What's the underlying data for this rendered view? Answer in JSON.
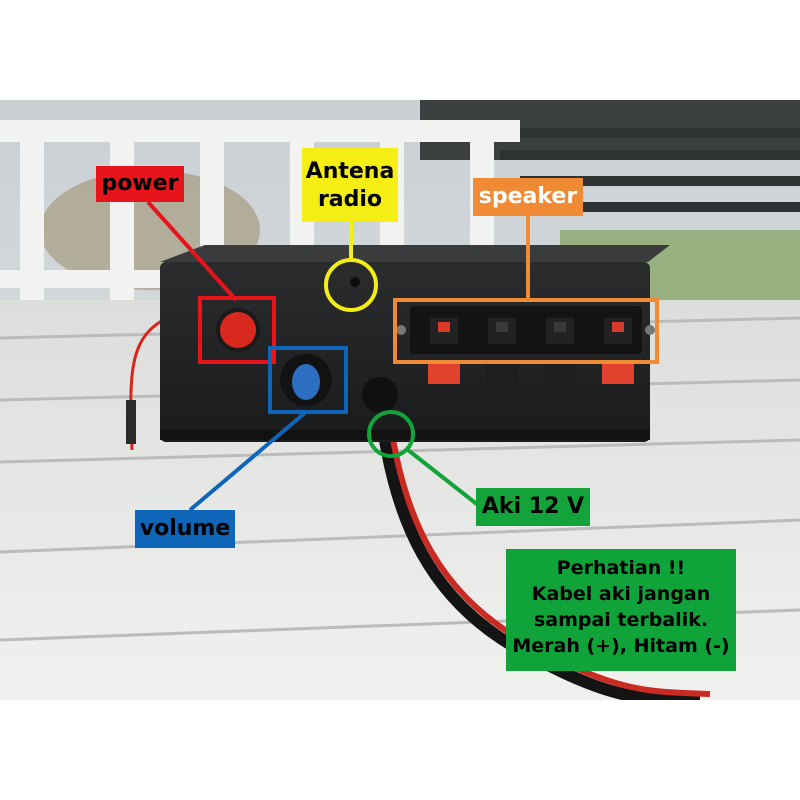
{
  "labels": {
    "power": "power",
    "antena_line1": "Antena",
    "antena_line2": "radio",
    "speaker": "speaker",
    "volume": "volume",
    "aki": "Aki 12 V"
  },
  "note": {
    "lines": [
      "Perhatian !!",
      "Kabel aki jangan",
      "sampai terbalik.",
      "Merah (+), Hitam (-)"
    ]
  },
  "colors": {
    "power": "#e8141b",
    "antena": "#f5ee14",
    "speaker": "#f08a35",
    "volume": "#0f66b8",
    "aki": "#14a33a"
  }
}
